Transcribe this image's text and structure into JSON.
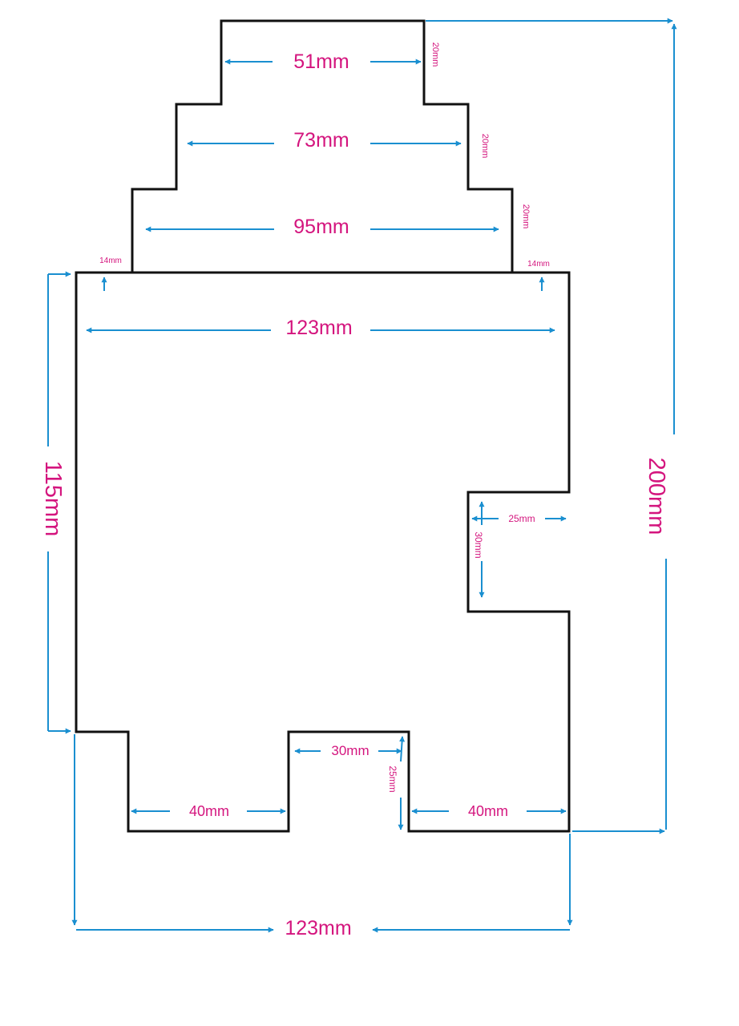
{
  "diagram": {
    "colors": {
      "outline": "#111111",
      "dimension_line": "#1a8fd0",
      "label": "#d4157e",
      "background": "#ffffff"
    },
    "labels": {
      "step1_width": "51mm",
      "step1_height": "20mm",
      "step2_width": "73mm",
      "step2_height": "20mm",
      "step3_width": "95mm",
      "step3_height": "20mm",
      "left_offset": "14mm",
      "right_offset": "14mm",
      "body_width": "123mm",
      "body_height": "115mm",
      "total_height": "200mm",
      "notch_depth": "25mm",
      "notch_height": "30mm",
      "bottom_gap_width": "30mm",
      "bottom_gap_depth": "25mm",
      "left_foot_width": "40mm",
      "right_foot_width": "40mm",
      "overall_width": "123mm"
    }
  }
}
